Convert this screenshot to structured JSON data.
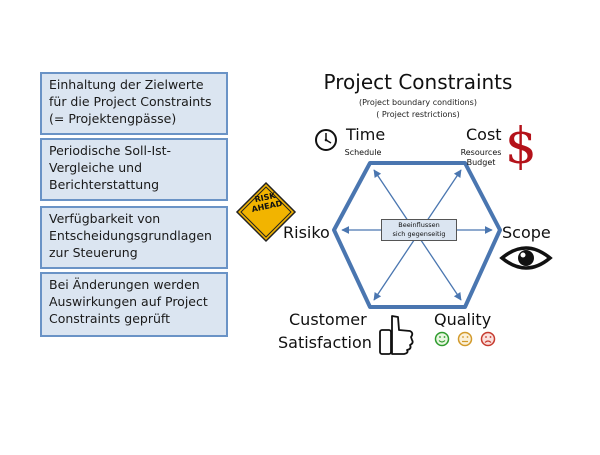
{
  "left_boxes": [
    {
      "line1": "Einhaltung der Zielwerte",
      "line2": "für die Project Constraints",
      "line3": "(= Projektengpässe)"
    },
    {
      "line1": "Periodische Soll-Ist-",
      "line2": "Vergleiche und",
      "line3": "Berichterstattung"
    },
    {
      "line1": "Verfügbarkeit von",
      "line2": "Entscheidungsgrundlagen",
      "line3": "zur Steuerung"
    },
    {
      "line1": "Bei Änderungen werden",
      "line2": "Auswirkungen auf Project",
      "line3": "Constraints geprüft"
    }
  ],
  "diagram": {
    "title": "Project Constraints",
    "subtitle1": "(Project boundary conditions)",
    "subtitle2": "( Project restrictions)",
    "center_line1": "Beeinflussen",
    "center_line2": "sich gegenseitig",
    "time": "Time",
    "schedule": "Schedule",
    "cost": "Cost",
    "resources": "Resources",
    "budget": "Budget",
    "risiko": "Risiko",
    "scope": "Scope",
    "customer": "Customer",
    "satisfaction": "Satisfaction",
    "quality": "Quality",
    "risk_sign_line1": "RISK",
    "risk_sign_line2": "AHEAD",
    "dollar": "$"
  },
  "colors": {
    "box_fill": "#dbe5f1",
    "box_border": "#6a93c6",
    "hexagon": "#4a76b0",
    "sign": "#f2b400",
    "dollar": "#b4121a"
  },
  "icons": [
    "clock-icon",
    "dollar-icon",
    "risk-sign-icon",
    "eye-icon",
    "thumbs-up-icon",
    "happy-face-icon",
    "neutral-face-icon",
    "sad-face-icon"
  ]
}
